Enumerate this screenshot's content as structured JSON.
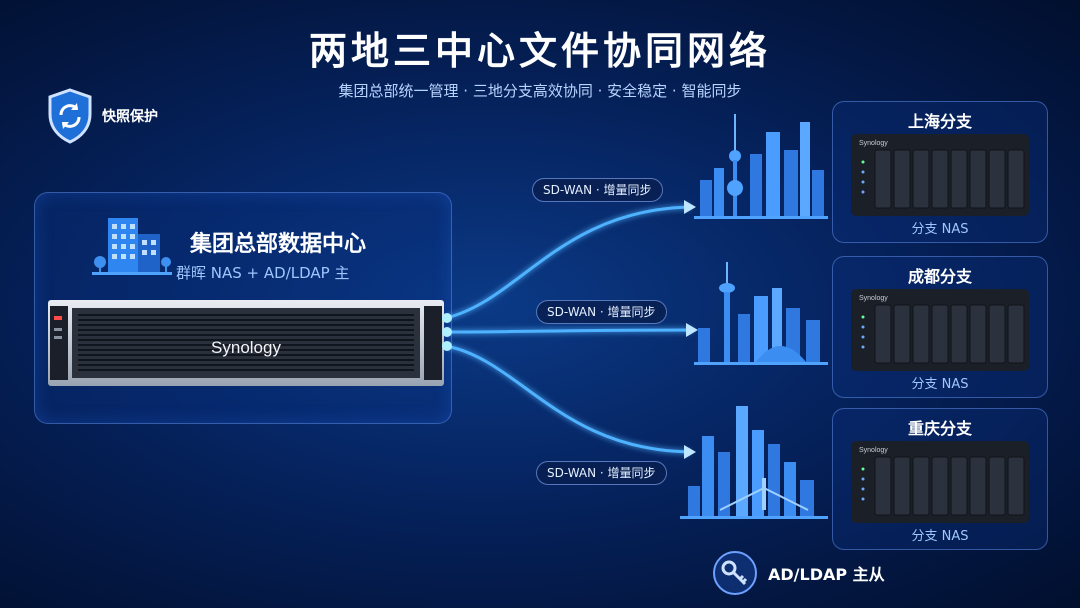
{
  "title": "两地三中心文件协同网络",
  "subtitle": "集团总部统一管理 · 三地分支高效协同 · 安全稳定 · 智能同步",
  "snapshot": {
    "label": "快照保护",
    "icon": "shield-refresh-icon"
  },
  "hq": {
    "title": "集团总部数据中心",
    "subtitle": "群晖 NAS + AD/LDAP 主",
    "brand": "Synology",
    "icon": "office-building-icon"
  },
  "links": [
    {
      "label": "SD-WAN · 增量同步"
    },
    {
      "label": "SD-WAN · 增量同步"
    },
    {
      "label": "SD-WAN · 增量同步"
    }
  ],
  "branches": [
    {
      "name": "上海分支",
      "nas_label": "分支 NAS",
      "brand": "Synology"
    },
    {
      "name": "成都分支",
      "nas_label": "分支 NAS",
      "brand": "Synology"
    },
    {
      "name": "重庆分支",
      "nas_label": "分支 NAS",
      "brand": "Synology"
    }
  ],
  "ad": {
    "label": "AD/LDAP 主从",
    "icon": "key-icon"
  },
  "colors": {
    "accent": "#4fa3ff",
    "glow": "#6fd0ff",
    "panel_border": "#6ea0ff"
  }
}
